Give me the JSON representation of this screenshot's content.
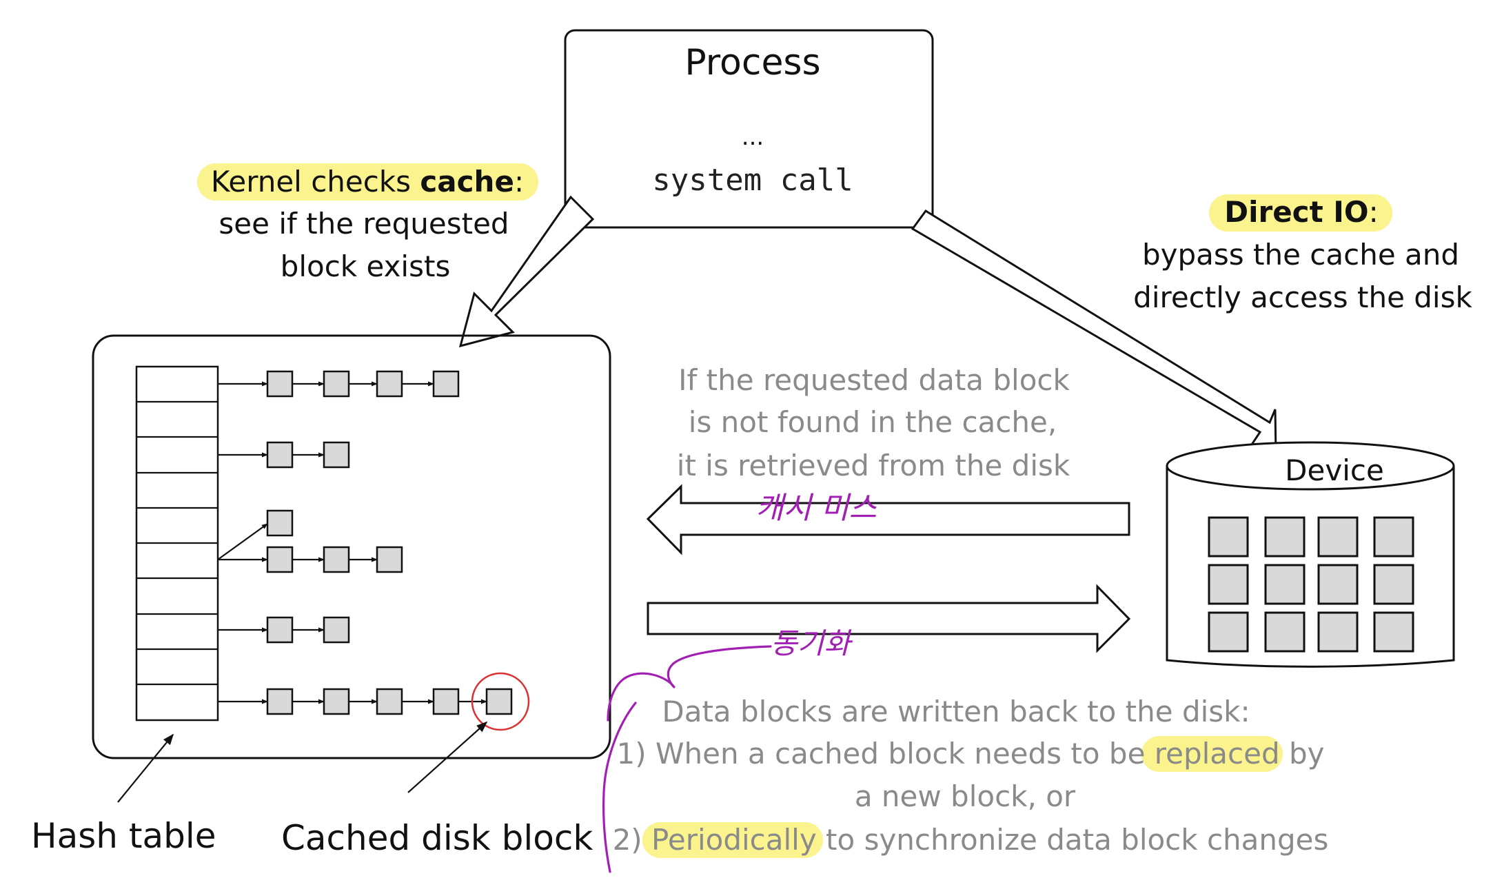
{
  "process": {
    "title": "Process",
    "ellipsis": "...",
    "system_call": "system call"
  },
  "kernel_note": {
    "line1_prefix": "Kernel checks ",
    "line1_bold": "cache",
    "line1_suffix": ":",
    "line2": "see if the requested",
    "line3": "block exists"
  },
  "direct_io_note": {
    "line1_bold": "Direct IO",
    "line1_suffix": ":",
    "line2": "bypass the cache and",
    "line3": "directly access the disk"
  },
  "miss_note": {
    "line1": "If the requested data block",
    "line2": "is not found in the cache,",
    "line3": "it is retrieved from the disk"
  },
  "writeback_note": {
    "line1": "Data blocks are written back to the disk:",
    "line2_prefix": "1) When a cached block needs to be ",
    "line2_highlight": "replaced",
    "line2_suffix": " by",
    "line3": "a new block, or",
    "line4_prefix": "2) ",
    "line4_highlight": "Periodically",
    "line4_suffix": " to synchronize data block changes"
  },
  "handwriting": {
    "cache_miss": "캐시 미스",
    "sync": "동기화"
  },
  "device": {
    "label": "Device"
  },
  "labels": {
    "hash_table": "Hash table",
    "cached_disk_block": "Cached disk block"
  },
  "colors": {
    "highlight": "#f9f17a",
    "pen": "#a11fb2",
    "circle": "#d93030",
    "node_fill": "#d9d9d9"
  }
}
